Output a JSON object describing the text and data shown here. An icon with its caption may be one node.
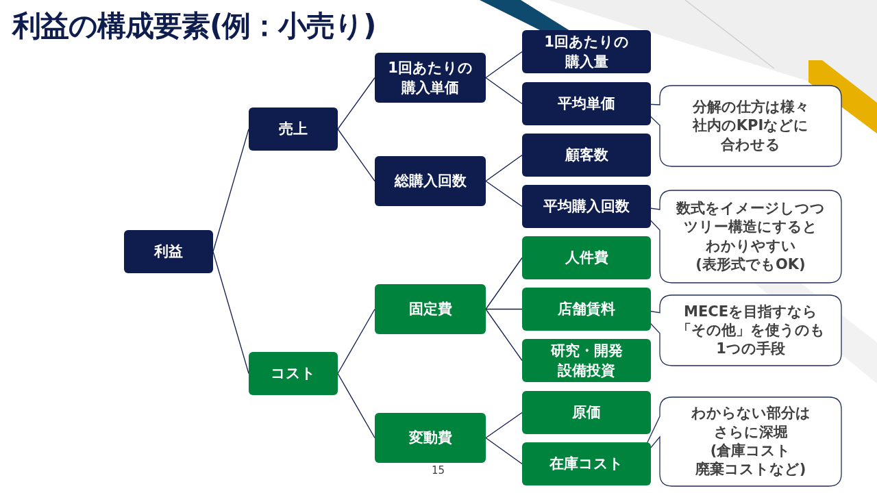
{
  "diagram": {
    "title": "利益の構成要素(例：小売り)",
    "nodes": [
      {
        "text": [
          "利益"
        ]
      },
      {
        "text": [
          "売上"
        ]
      },
      {
        "text": [
          "コスト"
        ]
      },
      {
        "text": [
          "1回あたりの購入単価"
        ]
      },
      {
        "text": [
          "総購入回数"
        ]
      },
      {
        "text": [
          "固定費"
        ]
      },
      {
        "text": [
          "変動費"
        ]
      },
      {
        "text": [
          "1回あたりの購入量"
        ]
      },
      {
        "text": [
          "平均単価"
        ]
      },
      {
        "text": [
          "顧客数"
        ]
      },
      {
        "text": [
          "平均購入回数"
        ]
      },
      {
        "text": [
          "人件費"
        ]
      },
      {
        "text": [
          "店舗賃料"
        ]
      },
      {
        "text": [
          "研究・開発設備投資"
        ]
      },
      {
        "text": [
          "原価"
        ]
      },
      {
        "text": [
          "在庫コスト"
        ]
      },
      {
        "text": [
          "分解の仕方は様々社内のKPIなどに合わせる"
        ]
      },
      {
        "text": [
          "数式をイメージしつつツリー構造にするとわかりやすい(表形式でもOK)"
        ]
      },
      {
        "text": [
          "MECEを目指すなら「その他」を使うのも1つの手段"
        ]
      },
      {
        "text": [
          "わからない部分はさらに深堀(倉庫コスト廃棄コストなど)"
        ]
      }
    ],
    "edges": [
      {
        "from": 0,
        "to": 1,
        "arrow": "none"
      },
      {
        "from": 0,
        "to": 2,
        "arrow": "none"
      },
      {
        "from": 1,
        "to": 3,
        "arrow": "none"
      },
      {
        "from": 1,
        "to": 4,
        "arrow": "none"
      },
      {
        "from": 2,
        "to": 5,
        "arrow": "none"
      },
      {
        "from": 2,
        "to": 6,
        "arrow": "none"
      },
      {
        "from": 3,
        "to": 7,
        "arrow": "none"
      },
      {
        "from": 3,
        "to": 8,
        "arrow": "none"
      },
      {
        "from": 4,
        "to": 9,
        "arrow": "none"
      },
      {
        "from": 4,
        "to": 10,
        "arrow": "none"
      },
      {
        "from": 5,
        "to": 11,
        "arrow": "none"
      },
      {
        "from": 5,
        "to": 12,
        "arrow": "none"
      },
      {
        "from": 5,
        "to": 13,
        "arrow": "none"
      },
      {
        "from": 6,
        "to": 14,
        "arrow": "none"
      },
      {
        "from": 6,
        "to": 15,
        "arrow": "none"
      }
    ],
    "labels": [
      "15"
    ]
  }
}
